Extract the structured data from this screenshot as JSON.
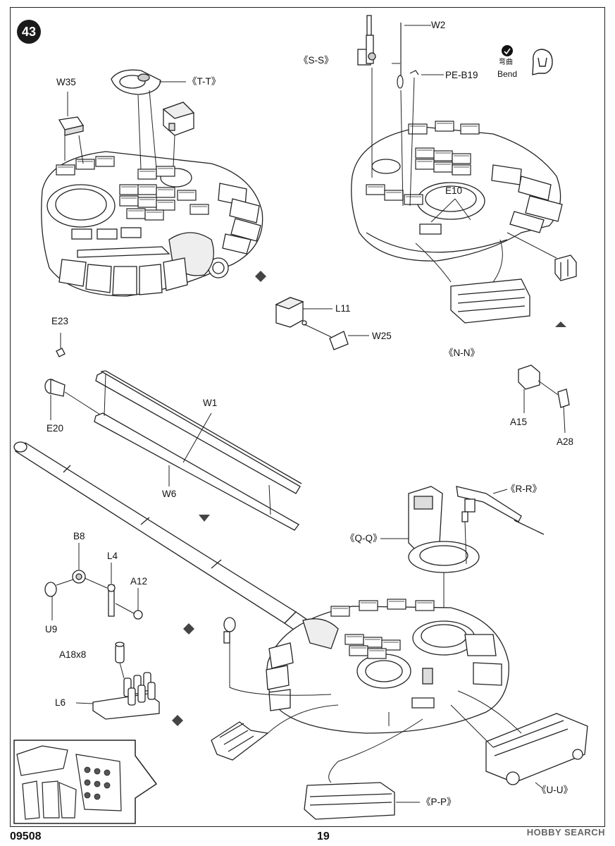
{
  "step_number": "43",
  "bend": {
    "chinese": "弯曲",
    "label": "Bend"
  },
  "part_labels": {
    "w35": "W35",
    "tt": "《T-T》",
    "ss": "《S-S》",
    "w2": "W2",
    "peb19": "PE-B19",
    "e10": "E10",
    "l11": "L11",
    "w25": "W25",
    "nn": "《N-N》",
    "e23": "E23",
    "e20": "E20",
    "w1": "W1",
    "w6": "W6",
    "a15": "A15",
    "a28": "A28",
    "rr": "《R-R》",
    "qq": "《Q-Q》",
    "b8": "B8",
    "l4": "L4",
    "a12": "A12",
    "u9": "U9",
    "a18x8": "A18x8",
    "l6": "L6",
    "uu": "《U-U》",
    "pp": "《P-P》"
  },
  "footer": {
    "kit_number": "09508",
    "page_number": "19"
  },
  "watermark": {
    "text": "HOBBY SEARCH"
  }
}
